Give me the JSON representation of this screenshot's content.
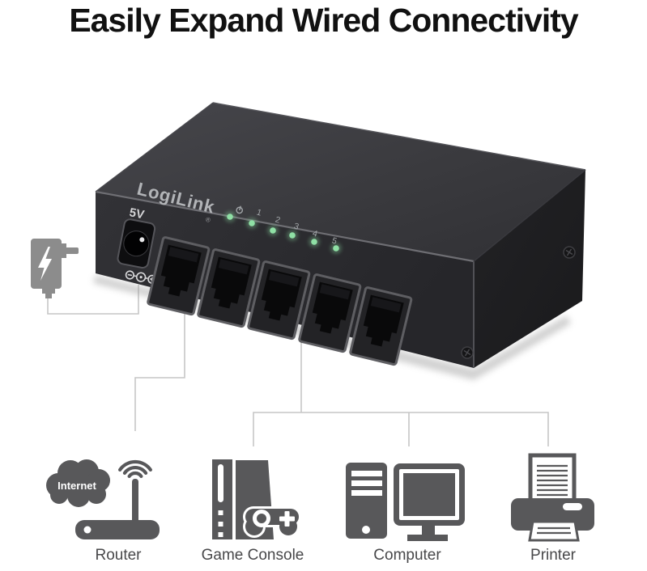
{
  "title": "Easily Expand Wired Connectivity",
  "switch": {
    "brand": "LogiLink",
    "registered_mark": "®",
    "power_port_label": "5V",
    "led_labels": [
      "1",
      "2",
      "3",
      "4",
      "5"
    ],
    "ethernet_port_count": 5
  },
  "peripherals": [
    {
      "label": "Router",
      "cloud_label": "Internet"
    },
    {
      "label": "Game Console"
    },
    {
      "label": "Computer"
    },
    {
      "label": "Printer"
    }
  ],
  "colors": {
    "background": "#ffffff",
    "title_text": "#111111",
    "icon_gray": "#58585a",
    "adapter_gray": "#8c8c8c",
    "connector_line": "#c6c6c6",
    "led_green": "#8fe0a5",
    "led_label": "#a3a7aa",
    "switch_top": "#3d3d41",
    "switch_front": "#2c2c30",
    "switch_side": "#1c1c1e",
    "brand_text": "#b2b4b7",
    "peripheral_label_text": "#48484a"
  }
}
